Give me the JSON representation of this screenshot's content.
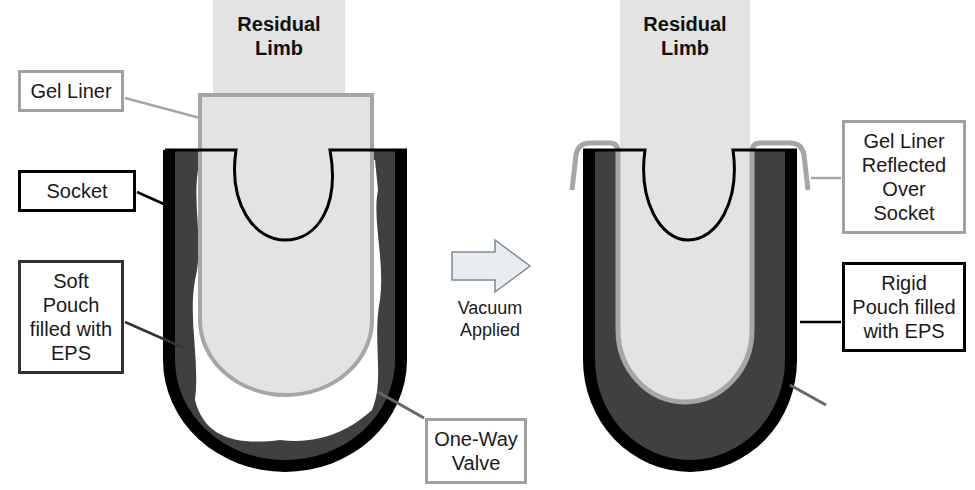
{
  "diagram": {
    "nodes": [
      {
        "text": [
          "Residual Limb"
        ]
      },
      {
        "text": [
          "Residual Limb"
        ]
      },
      {
        "text": [
          "Gel Liner"
        ]
      },
      {
        "text": [
          "Socket"
        ]
      },
      {
        "text": [
          "Soft Pouch filled with EPS"
        ]
      },
      {
        "text": [
          "One-Way Valve"
        ]
      },
      {
        "text": [
          "Gel Liner Reflected Over Socket"
        ]
      },
      {
        "text": [
          "Rigid Pouch filled with EPS"
        ]
      }
    ],
    "labels": [
      "Vacuum Applied"
    ]
  }
}
